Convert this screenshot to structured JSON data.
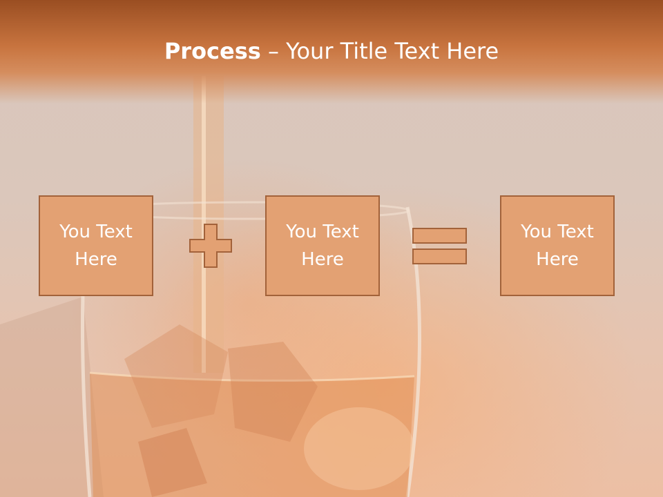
{
  "title": {
    "bold": "Process",
    "rest": " – Your Title Text Here"
  },
  "process": {
    "boxes": [
      {
        "label": "You Text Here"
      },
      {
        "label": "You Text Here"
      },
      {
        "label": "You Text Here"
      }
    ],
    "operators": [
      "plus-icon",
      "equals-icon"
    ]
  },
  "colors": {
    "title_bar": "#c8743f",
    "box_fill": "#e3a173",
    "box_border": "#a2623a",
    "text": "#ffffff"
  }
}
